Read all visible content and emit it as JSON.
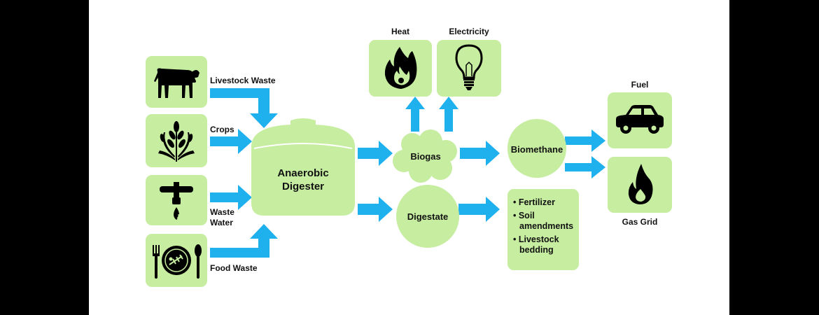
{
  "inputs": {
    "livestock": "Livestock Waste",
    "crops": "Crops",
    "waste_water": "Waste\nWater",
    "food_waste": "Food Waste"
  },
  "digester": {
    "label": "Anaerobic\nDigester"
  },
  "biogas": {
    "label": "Biogas"
  },
  "digestate": {
    "label": "Digestate"
  },
  "biomethane": {
    "label": "Biomethane"
  },
  "uses": {
    "heat": "Heat",
    "electricity": "Electricity",
    "fuel": "Fuel",
    "gas_grid": "Gas Grid"
  },
  "digestate_products": [
    "• Fertilizer",
    "• Soil\namendments",
    "• Livestock\nbedding"
  ],
  "colors": {
    "box": "#c6eda0",
    "arrow": "#1fb0ee",
    "icon": "#000000",
    "frame": "#000000"
  },
  "icons": [
    "cow-icon",
    "wheat-icon",
    "faucet-icon",
    "plate-icon",
    "flame-icon",
    "lightbulb-icon",
    "car-icon",
    "gas-flame-icon"
  ]
}
